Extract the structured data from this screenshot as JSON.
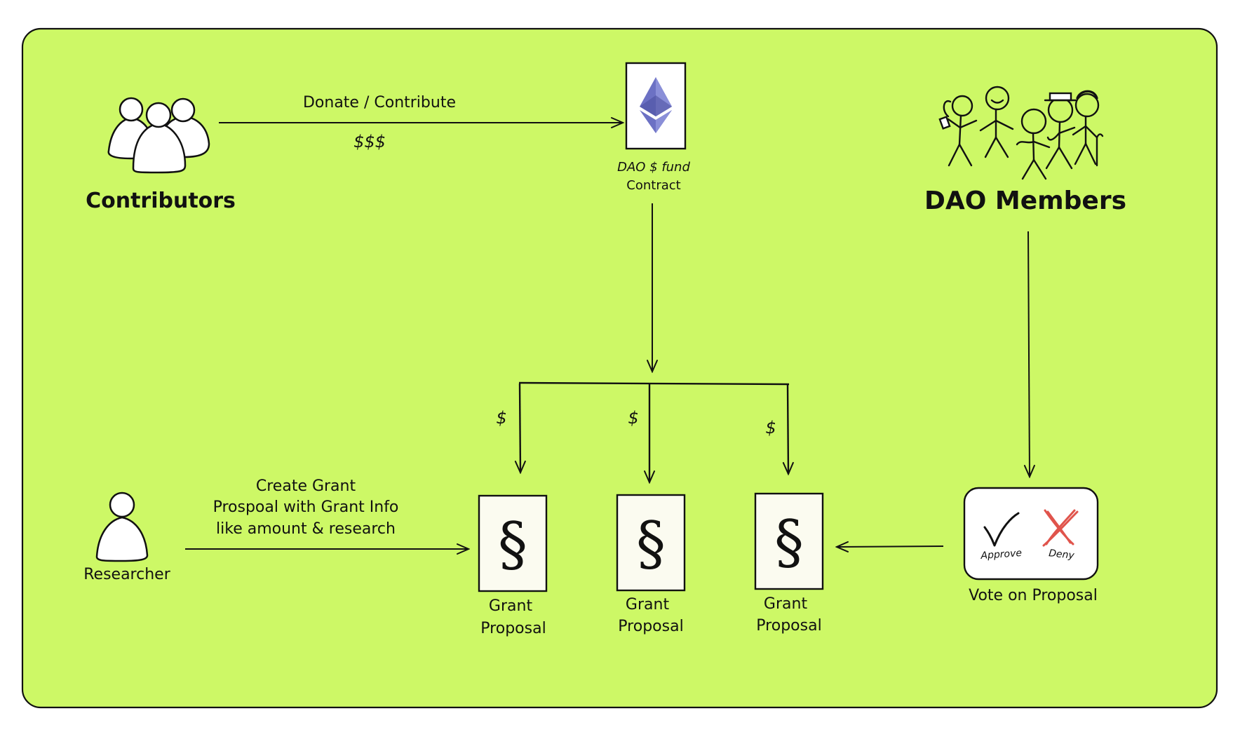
{
  "colors": {
    "panel": "#CDF866",
    "ink": "#111111",
    "paper": "#FBFBF0",
    "deny": "#E0544C",
    "eth": "#6C71C4"
  },
  "contributors": {
    "label": "Contributors",
    "icon": "group-icon"
  },
  "flow_donate": {
    "label": "Donate / Contribute",
    "amount": "$$$"
  },
  "fund_contract": {
    "label_line1": "DAO $ fund",
    "label_line2": "Contract",
    "icon": "ethereum-icon"
  },
  "dao_members": {
    "label": "DAO Members",
    "icon": "stick-figures-icon"
  },
  "split": {
    "amounts": [
      "$",
      "$",
      "$"
    ]
  },
  "researcher": {
    "label": "Researcher",
    "icon": "person-icon"
  },
  "create_grant": {
    "line1": "Create Grant",
    "line2": "Prospoal with Grant Info",
    "line3": "like amount & research"
  },
  "proposals": [
    {
      "line1": "Grant",
      "line2": "Proposal",
      "symbol": "§"
    },
    {
      "line1": "Grant",
      "line2": "Proposal",
      "symbol": "§"
    },
    {
      "line1": "Grant",
      "line2": "Proposal",
      "symbol": "§"
    }
  ],
  "vote": {
    "approve": "Approve",
    "deny": "Deny",
    "label": "Vote on Proposal"
  }
}
